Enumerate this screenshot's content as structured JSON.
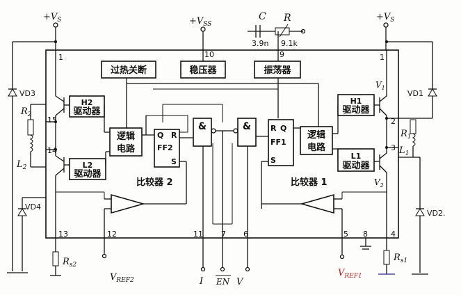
{
  "supplies": {
    "vs_left": "+V",
    "vs_left_sub": "S",
    "vss": "+V",
    "vss_sub": "SS",
    "vs_right": "+V",
    "vs_right_sub": "S"
  },
  "rc": {
    "c_label": "C",
    "r_label": "R",
    "c_value": "3.9n",
    "r_value": "9.1k"
  },
  "blocks": {
    "thermal": "过热关断",
    "regulator": "稳压器",
    "oscillator": "振荡器",
    "h2_drv_line1": "H2",
    "h2_drv_line2": "驱动器",
    "l2_drv_line1": "L2",
    "l2_drv_line2": "驱动器",
    "h1_drv_line1": "H1",
    "h1_drv_line2": "驱动器",
    "l1_drv_line1": "L1",
    "l1_drv_line2": "驱动器",
    "logic_left_1": "逻辑",
    "logic_left_2": "电路",
    "logic_right_1": "逻辑",
    "logic_right_2": "电路",
    "ff2_q": "Q",
    "ff2_r": "R",
    "ff2_name": "FF2",
    "ff2_s": "S",
    "ff1_r": "R",
    "ff1_q": "Q",
    "ff1_name": "FF1",
    "ff1_s": "S",
    "and_left": "&",
    "and_right": "&",
    "comp2": "比较器 2",
    "comp1": "比较器 1"
  },
  "pins": [
    "1",
    "10",
    "9",
    "1",
    "2",
    "3",
    "15",
    "14",
    "13",
    "12",
    "11",
    "7",
    "6",
    "5",
    "8",
    "4"
  ],
  "components": {
    "vd3": "VD3",
    "vd1": "VD1",
    "vd4": "VD4",
    "vd2": "VD2.",
    "r2": "R",
    "r2_sub": "2",
    "l2": "L",
    "l2_sub": "2",
    "r1": "R",
    "r1_sub": "1",
    "l1": "L",
    "l1_sub": "1",
    "v1": "V",
    "v1_sub": "1",
    "v2": "V",
    "v2_sub": "2",
    "rs2": "R",
    "rs2_sub": "s2",
    "rs1": "R",
    "rs1_sub": "s1"
  },
  "terminals": {
    "vref2": "V",
    "vref2_sub": "REF2",
    "vref1": "V",
    "vref1_sub": "REF1",
    "in_left": "I",
    "en": "EN",
    "in_right": "V"
  }
}
